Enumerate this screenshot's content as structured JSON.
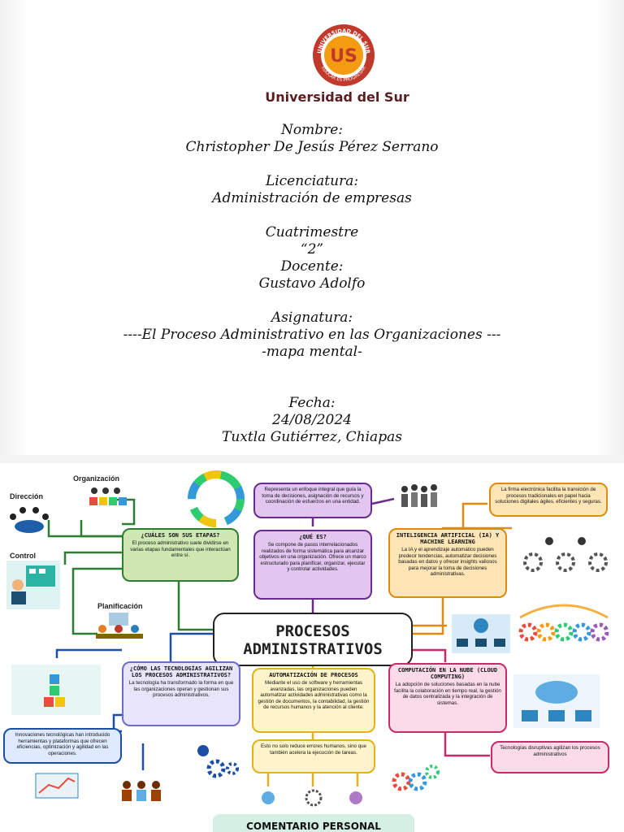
{
  "cover": {
    "university": "Universidad del Sur",
    "logo": {
      "initials": "US",
      "ring_top": "UNIVERSIDAD DEL SUR",
      "ring_bottom": "EDUCAR ES PROGRESAR",
      "colors": [
        "#c0392b",
        "#f39c12"
      ]
    },
    "lines": [
      "Nombre:",
      "Christopher De Jesús Pérez Serrano",
      "",
      "Licenciatura:",
      "Administración de empresas",
      "",
      "Cuatrimestre",
      "“2”",
      "Docente:",
      "Gustavo Adolfo",
      "",
      "Asignatura:",
      "----El Proceso Administrativo en las Organizaciones ---",
      "-mapa mental-",
      "",
      "",
      "Fecha:",
      "24/08/2024",
      "Tuxtla Gutiérrez, Chiapas"
    ]
  },
  "mindmap": {
    "central": {
      "line1": "PROCESOS",
      "line2": "ADMINISTRATIVOS"
    },
    "labels": {
      "organizacion": "Organización",
      "direccion": "Dirección",
      "control": "Control",
      "planificacion": "Planificación"
    },
    "etapas": {
      "title": "¿CUÁLES SON SUS ETAPAS?",
      "text": "El proceso administrativo suele dividirse en varias etapas fundamentales que interactúan entre sí."
    },
    "enfoque": {
      "text": "Representa un enfoque integral que guía la toma de decisiones, asignación de recursos y coordinación de esfuerzos en una entidad."
    },
    "que_es": {
      "title": "¿QUÉ ES?",
      "text": "Se compone de pasos interrelacionados realizados de forma sistemática para alcanzar objetivos en una organización. Ofrece un marco estructurado para planificar, organizar, ejecutar y controlar actividades."
    },
    "firma": {
      "text": "La firma electrónica facilita la transición de procesos tradicionales en papel hacia soluciones digitales ágiles, eficientes y seguras."
    },
    "ia": {
      "title": "INTELIGENCIA ARTIFICIAL (IA) Y MACHINE LEARNING",
      "text": "La IA y el aprendizaje automático pueden predecir tendencias, automatizar decisiones basadas en datos y ofrecer insights valiosos para mejorar la toma de decisiones administrativas."
    },
    "tecnologias": {
      "title": "¿CÓMO LAS TECNOLOGÍAS AGILIZAN LOS PROCESOS ADMINISTRATIVOS?",
      "text": "La tecnología ha transformado la forma en que las organizaciones operan y gestionan sus procesos administrativos."
    },
    "automatizacion": {
      "title": "AUTOMATIZACIÓN DE PROCESOS",
      "text": "Mediante el uso de software y herramientas avanzadas, las organizaciones pueden automatizar actividades administrativas como la gestión de documentos, la contabilidad, la gestión de recursos humanos y la atención al cliente."
    },
    "nube": {
      "title": "COMPUTACIÓN EN LA NUBE (CLOUD COMPUTING)",
      "text": "La adopción de soluciones basadas en la nube facilita la colaboración en tiempo real, la gestión de datos centralizada y la integración de sistemas."
    },
    "innovaciones": {
      "text": "Innovaciones tecnológicas han introducido herramientas y plataformas que ofrecen eficiencias, optimización y agilidad en las operaciones."
    },
    "errores": {
      "text": "Esto no solo reduce errores humanos, sino que también acelera la ejecución de tareas."
    },
    "disruptivas": {
      "text": "Tecnologías disruptivas agilizan los procesos administrativos"
    },
    "comentario": "COMENTARIO PERSONAL"
  }
}
